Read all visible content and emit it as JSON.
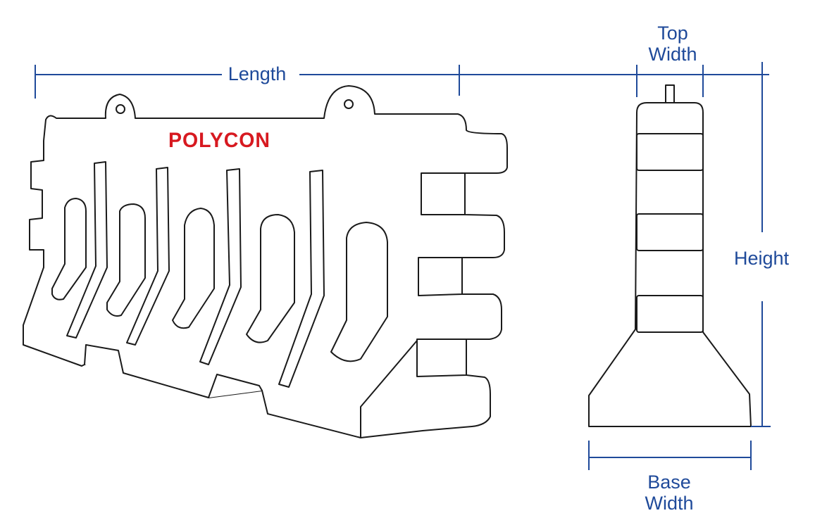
{
  "labels": {
    "length": "Length",
    "top_width": "Top\nWidth",
    "height": "Height",
    "base_width": "Base\nWidth"
  },
  "logo": {
    "text": "POLYCON",
    "color": "#d71920"
  },
  "colors": {
    "dimension": "#1f4a9a",
    "outline": "#1a1a1a"
  }
}
